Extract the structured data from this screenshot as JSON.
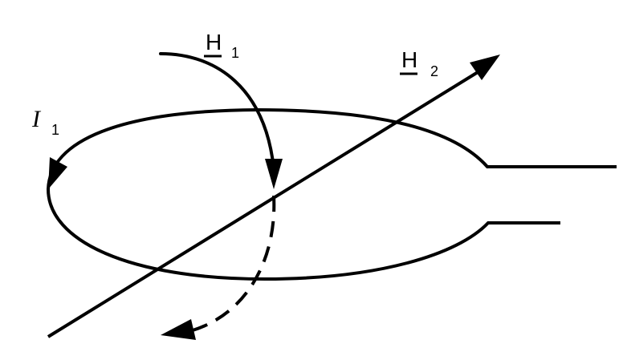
{
  "labels": {
    "current": {
      "symbol": "I",
      "subscript": "1"
    },
    "field_1": {
      "symbol": "H",
      "subscript": "1"
    },
    "field_2": {
      "symbol": "H",
      "subscript": "2"
    }
  },
  "colors": {
    "stroke": "#000000",
    "background": "#ffffff"
  }
}
